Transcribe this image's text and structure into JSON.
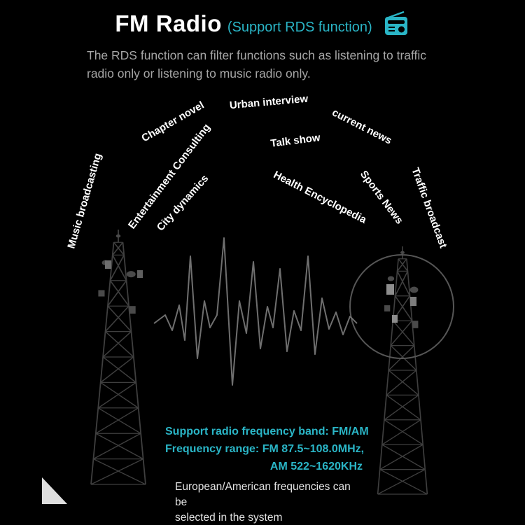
{
  "header": {
    "title": "FM Radio",
    "subtitle": "(Support RDS function)",
    "description_line1": "The RDS function can filter functions such as listening to traffic",
    "description_line2": "radio only or listening to music radio only."
  },
  "arc": {
    "labels": [
      {
        "text": "Music broadcasting"
      },
      {
        "text": "Chapter novel"
      },
      {
        "text": "Urban interview"
      },
      {
        "text": "current news"
      },
      {
        "text": "Traffic broadcast"
      },
      {
        "text": "Entertainment Consulting"
      },
      {
        "text": "Talk show"
      },
      {
        "text": "Sports News"
      },
      {
        "text": "City dynamics"
      },
      {
        "text": "Health Encyclopedia"
      }
    ]
  },
  "specs": {
    "line1": "Support radio frequency band: FM/AM",
    "line2": "Frequency range: FM 87.5~108.0MHz,",
    "line3": "AM 522~1620KHz",
    "note_line1": "European/American frequencies can be",
    "note_line2": "selected in the system"
  },
  "icons": {
    "radio": "radio-icon"
  },
  "colors": {
    "accent": "#2ab5c6",
    "background": "#000000",
    "description_gray": "#a6a6a6",
    "tower_gray": "#3f3f3f",
    "waveform_gray": "#6f6f6f"
  }
}
